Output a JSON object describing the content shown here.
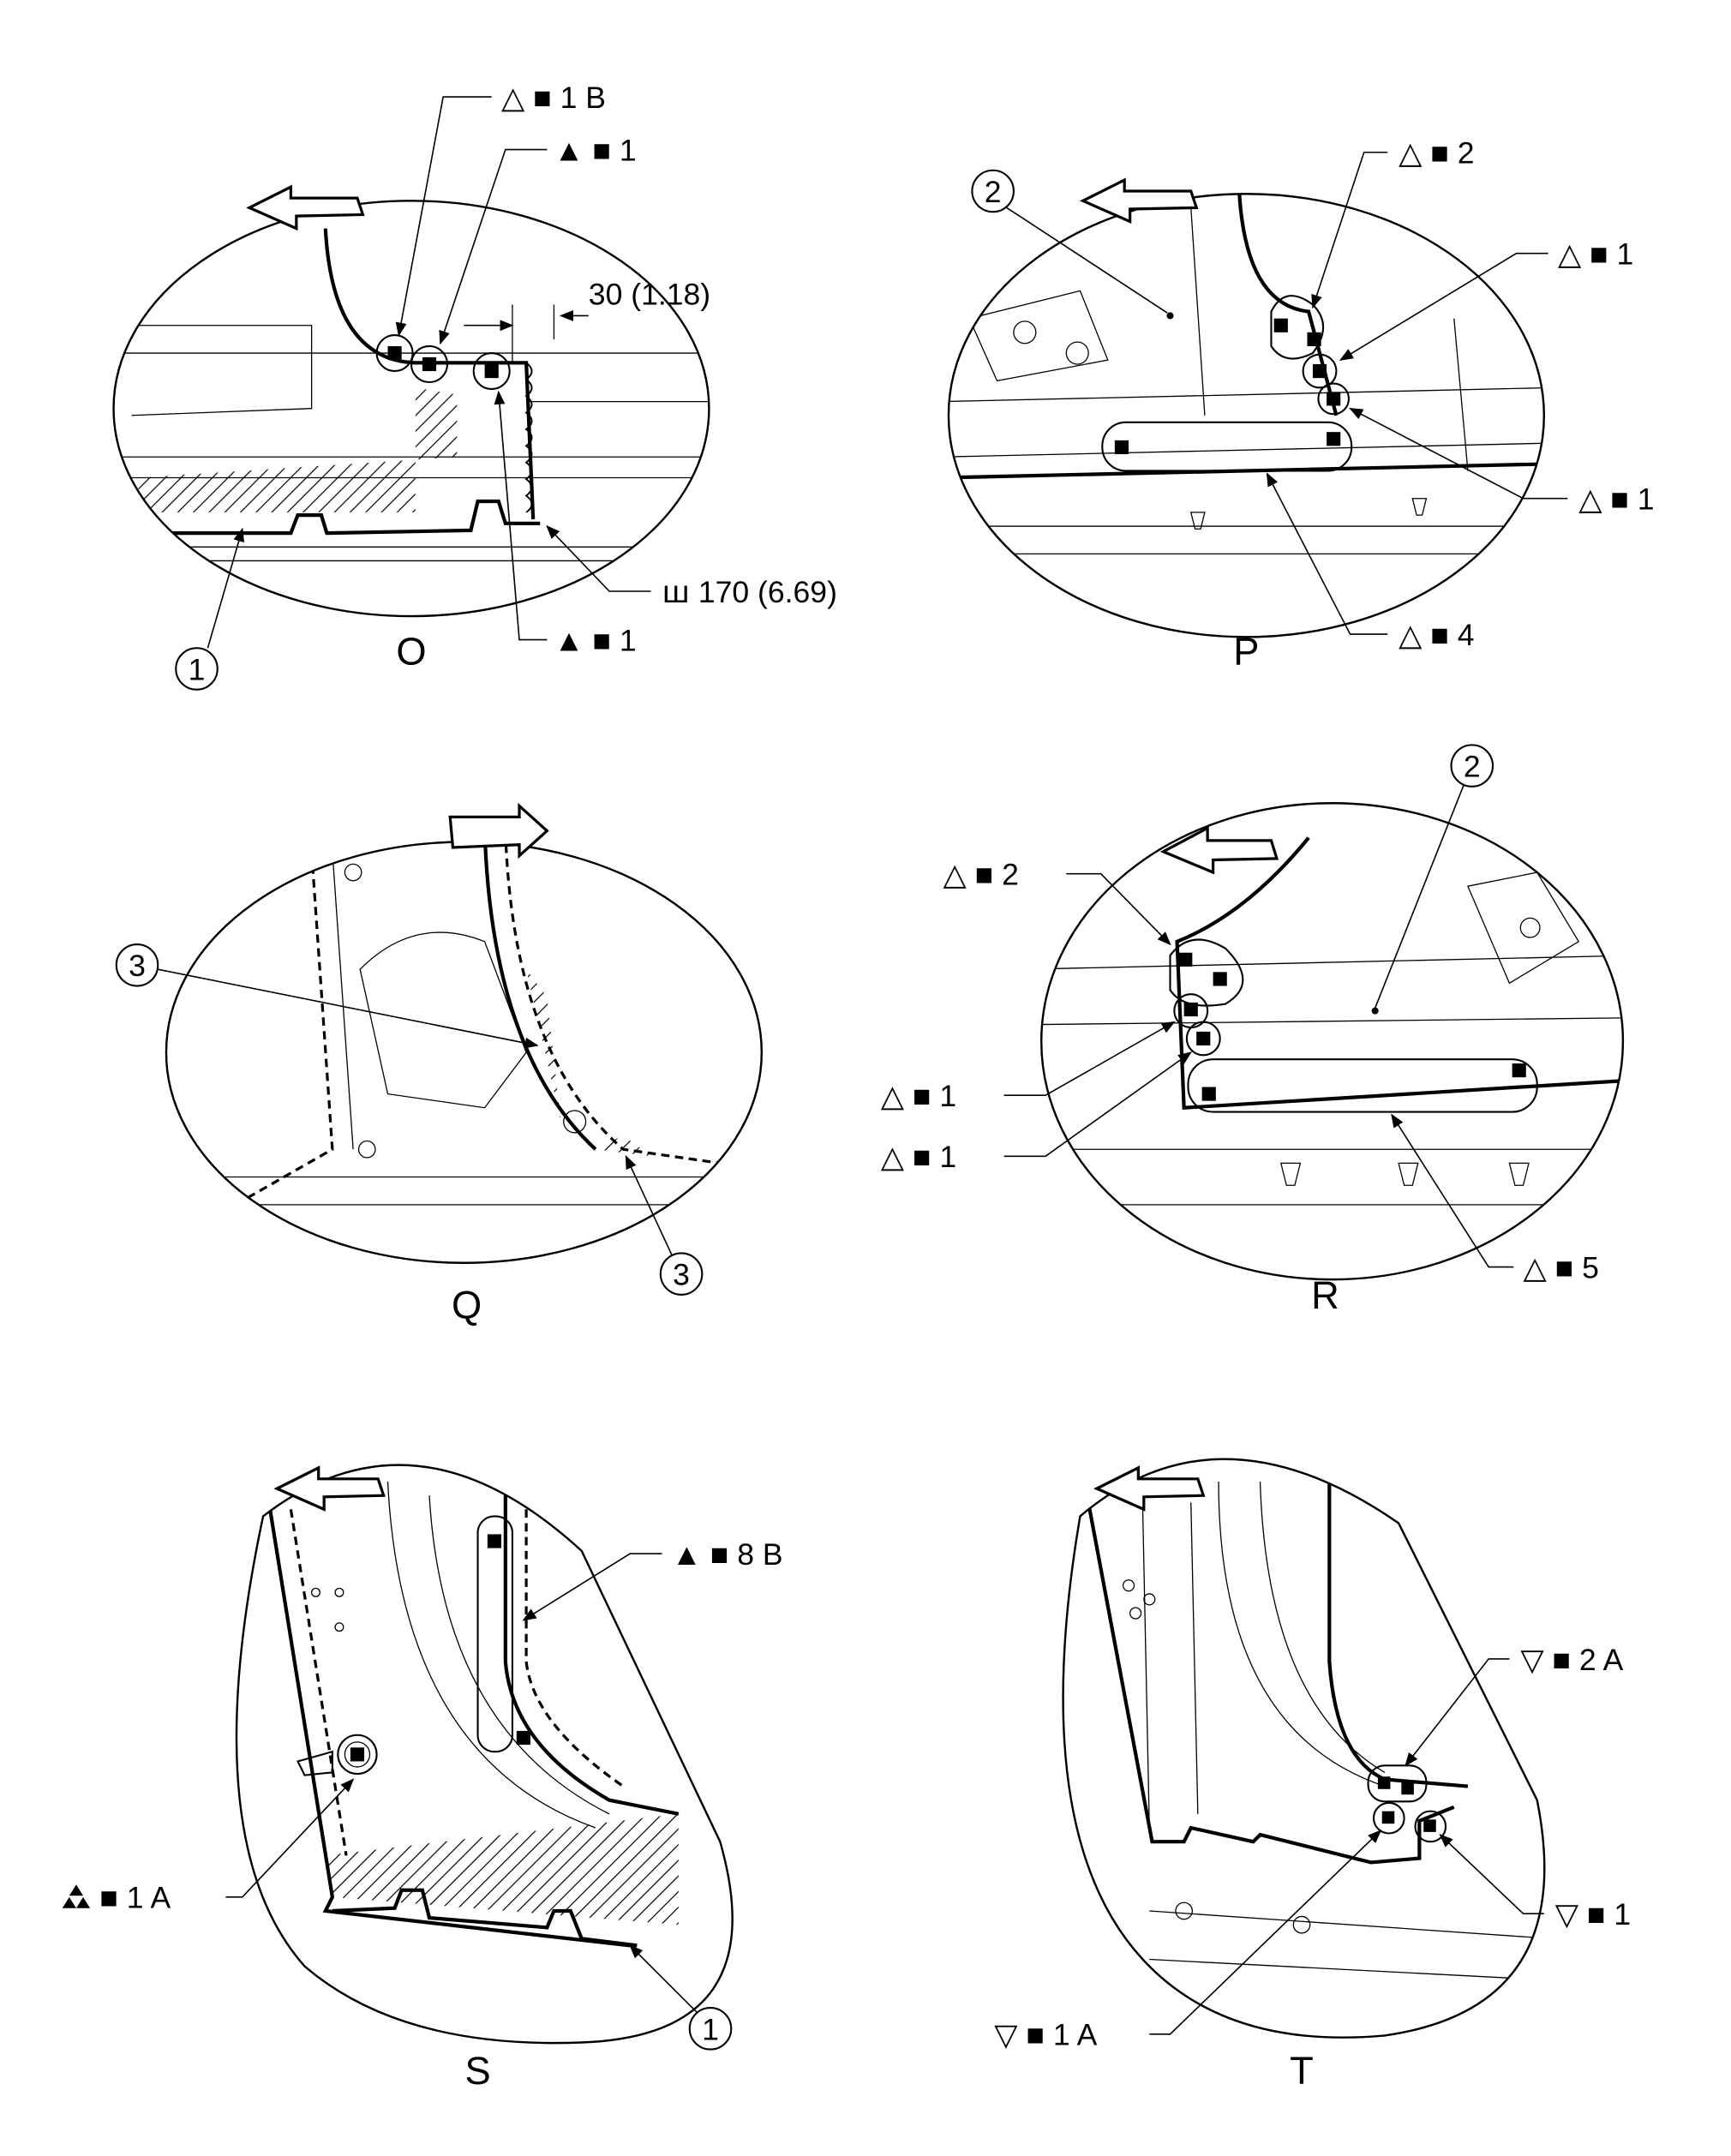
{
  "colors": {
    "ink": "#000000",
    "paper": "#ffffff"
  },
  "panels": {
    "O": {
      "letter": "O",
      "callouts": [
        {
          "symbol": "△",
          "square": "■",
          "text": "1 B"
        },
        {
          "symbol": "▲",
          "square": "■",
          "text": "1"
        },
        {
          "symbol": "▲",
          "square": "■",
          "text": "1"
        }
      ],
      "dimension": "30 (1.18)",
      "weld_symbol": "ꟺ",
      "weld_text": "170 (6.69)",
      "part": "1"
    },
    "P": {
      "letter": "P",
      "part": "2",
      "callouts": [
        {
          "symbol": "△",
          "square": "■",
          "text": "2"
        },
        {
          "symbol": "△",
          "square": "■",
          "text": "1"
        },
        {
          "symbol": "△",
          "square": "■",
          "text": "1"
        },
        {
          "symbol": "△",
          "square": "■",
          "text": "4"
        }
      ]
    },
    "Q": {
      "letter": "Q",
      "parts": [
        "3",
        "3"
      ]
    },
    "R": {
      "letter": "R",
      "part": "2",
      "callouts": [
        {
          "symbol": "△",
          "square": "■",
          "text": "2"
        },
        {
          "symbol": "△",
          "square": "■",
          "text": "1"
        },
        {
          "symbol": "△",
          "square": "■",
          "text": "1"
        },
        {
          "symbol": "△",
          "square": "■",
          "text": "5"
        }
      ]
    },
    "S": {
      "letter": "S",
      "part": "1",
      "callouts": [
        {
          "symbol": "▲",
          "square": "■",
          "text": "8 B"
        },
        {
          "symbol": "triple-triangle",
          "square": "■",
          "text": "1 A"
        }
      ]
    },
    "T": {
      "letter": "T",
      "callouts": [
        {
          "symbol": "▽",
          "square": "■",
          "text": "2 A"
        },
        {
          "symbol": "▽",
          "square": "■",
          "text": "1"
        },
        {
          "symbol": "▽",
          "square": "■",
          "text": "1 A"
        }
      ]
    }
  }
}
